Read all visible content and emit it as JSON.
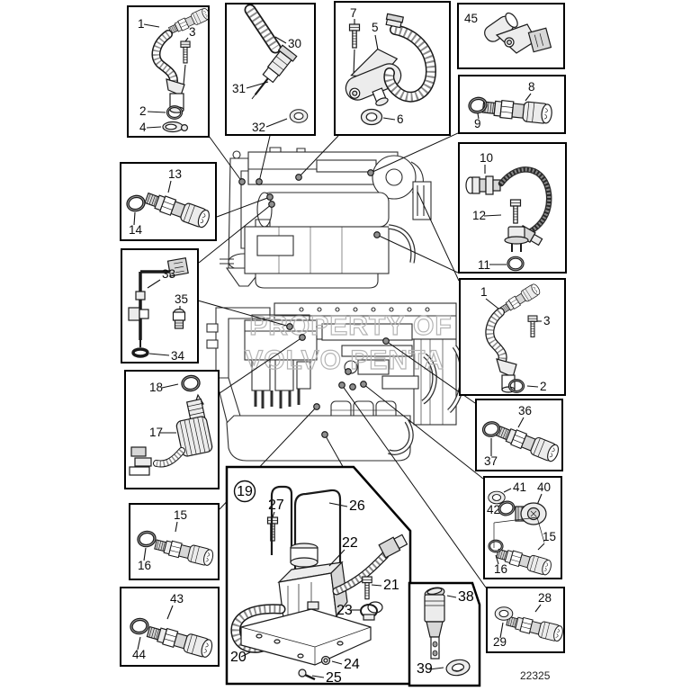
{
  "figure": {
    "type": "exploded-parts-diagram",
    "drawing_number": "22325",
    "watermark": {
      "line1": "PROPERTY OF",
      "line2": "VOLVO PENTA"
    }
  },
  "callouts": {
    "box_a": {
      "part": "temperature-sensor-with-hose",
      "labels": [
        "1",
        "3",
        "2",
        "4"
      ]
    },
    "box_b": {
      "part": "exhaust-temperature-sensor",
      "labels": [
        "30",
        "31",
        "32"
      ]
    },
    "box_c": {
      "part": "connection-housing-with-hose",
      "labels": [
        "7",
        "5",
        "6"
      ]
    },
    "box_d": {
      "part": "position-sensor",
      "labels": [
        "45"
      ]
    },
    "box_e": {
      "part": "oil-pressure-sensor",
      "labels": [
        "8",
        "9"
      ]
    },
    "box_f": {
      "part": "sensor-with-cable",
      "labels": [
        "10",
        "12",
        "11"
      ]
    },
    "box_g": {
      "part": "temperature-sensor-with-hose",
      "labels": [
        "1",
        "3",
        "2"
      ]
    },
    "box_h": {
      "part": "pressure-sensor",
      "labels": [
        "36",
        "37"
      ]
    },
    "box_i": {
      "part": "plug-and-sensor-kit",
      "labels": [
        "41",
        "40",
        "42",
        "15",
        "16"
      ]
    },
    "box_j": {
      "part": "pressure-sensor",
      "labels": [
        "28",
        "29"
      ]
    },
    "box_k": {
      "part": "temperature-sensor",
      "labels": [
        "13",
        "14"
      ]
    },
    "box_l": {
      "part": "oil-level-pipe-and-sensor",
      "labels": [
        "33",
        "35",
        "34"
      ]
    },
    "box_m": {
      "part": "crankcase-ventilation-sensor",
      "labels": [
        "18",
        "17"
      ]
    },
    "box_n": {
      "part": "pressure-sensor",
      "labels": [
        "15",
        "16"
      ]
    },
    "box_o": {
      "part": "pressure-sensor",
      "labels": [
        "43",
        "44"
      ]
    },
    "box_p": {
      "part": "expansion-tank-assembly",
      "group_label": "19",
      "labels": [
        "27",
        "26",
        "22",
        "21",
        "23",
        "20",
        "24",
        "25"
      ]
    },
    "box_q": {
      "part": "injector-style-sensor",
      "labels": [
        "38",
        "39"
      ]
    }
  }
}
